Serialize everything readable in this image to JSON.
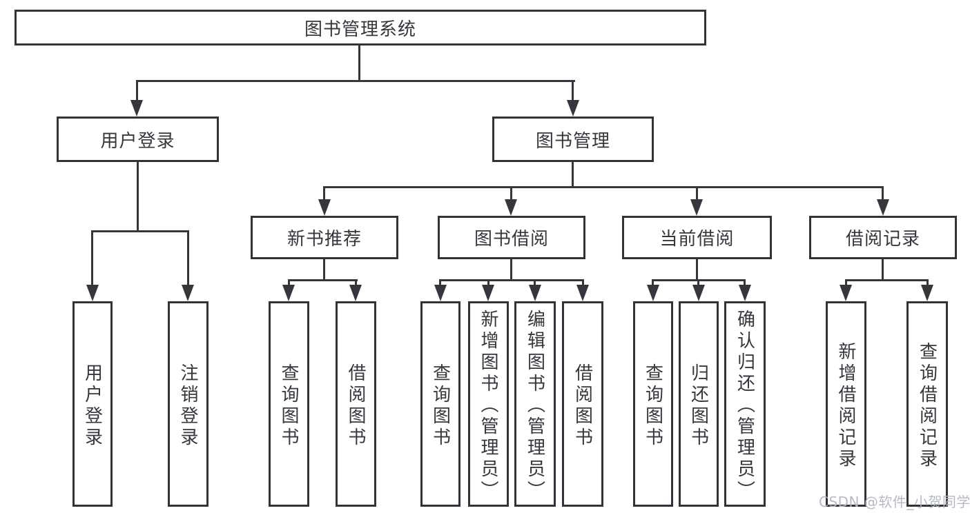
{
  "diagram_type": "hierarchy-tree",
  "tree": {
    "label": "图书管理系统",
    "children": [
      {
        "label": "用户登录",
        "children": [
          {
            "label": "用户登录"
          },
          {
            "label": "注销登录"
          }
        ]
      },
      {
        "label": "图书管理",
        "children": [
          {
            "label": "新书推荐",
            "children": [
              {
                "label": "查询图书"
              },
              {
                "label": "借阅图书"
              }
            ]
          },
          {
            "label": "图书借阅",
            "children": [
              {
                "label": "查询图书"
              },
              {
                "label": "新增图书（管理员）"
              },
              {
                "label": "编辑图书（管理员）"
              },
              {
                "label": "借阅图书"
              }
            ]
          },
          {
            "label": "当前借阅",
            "children": [
              {
                "label": "查询图书"
              },
              {
                "label": "归还图书"
              },
              {
                "label": "确认归还（管理员）"
              }
            ]
          },
          {
            "label": "借阅记录",
            "children": [
              {
                "label": "新增借阅记录"
              },
              {
                "label": "查询借阅记录"
              }
            ]
          }
        ]
      }
    ]
  },
  "watermark": {
    "text": "CSDN @软件_小贺同学"
  },
  "colors": {
    "background": "#ffffff",
    "box_border": "#303237",
    "line": "#35373c",
    "text": "#35373c",
    "watermark": "#b4b8c0"
  }
}
